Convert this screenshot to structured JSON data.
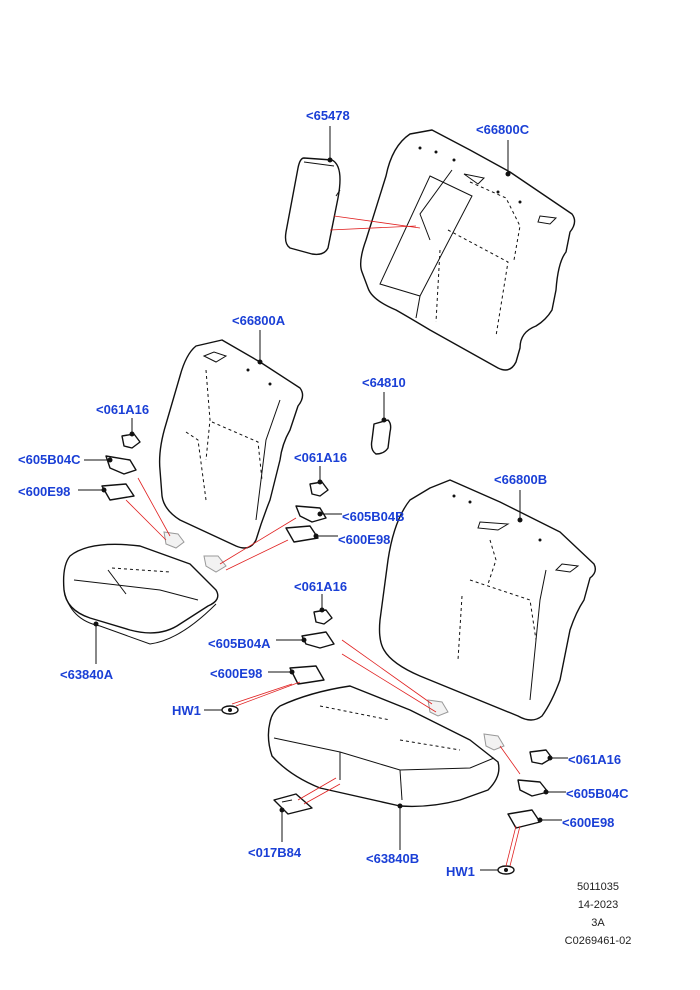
{
  "callouts": {
    "c65478": "<65478",
    "c66800C": "<66800C",
    "c66800A": "<66800A",
    "c64810": "<64810",
    "c061A16_left": "<061A16",
    "c605B04C_left": "<605B04C",
    "c600E98_left": "<600E98",
    "c061A16_mid": "<061A16",
    "c605B04B": "<605B04B",
    "c600E98_mid": "<600E98",
    "c66800B": "<66800B",
    "c63840A": "<63840A",
    "c061A16_low": "<061A16",
    "c605B04A": "<605B04A",
    "c600E98_low": "<600E98",
    "cHW1_left": "HW1",
    "c061A16_right": "<061A16",
    "c605B04C_right": "<605B04C",
    "c600E98_right": "<600E98",
    "cHW1_right": "HW1",
    "c017B84": "<017B84",
    "c63840B": "<63840B"
  },
  "stamp": {
    "line1": "5011035",
    "line2": "14-2023",
    "line3": "3A",
    "line4": "C0269461-02"
  },
  "colors": {
    "callout": "#1a3fd6",
    "leader_red": "#e02020",
    "line": "#111111"
  }
}
